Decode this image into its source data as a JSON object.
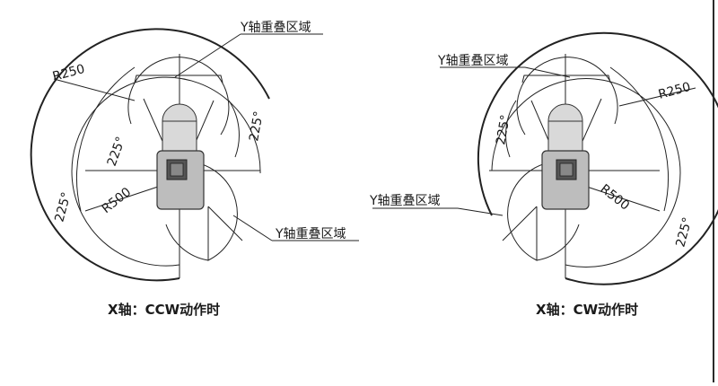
{
  "left_diagram": {
    "overlap_label_top": "Y轴重叠区域",
    "overlap_label_bottom": "Y轴重叠区域",
    "radius_inner": "R250",
    "radius_outer": "R500",
    "angle_outer": "225°",
    "angle_inner": "225°",
    "angle_right": "225°",
    "caption": "X轴：CCW动作时"
  },
  "right_diagram": {
    "overlap_label_top": "Y轴重叠区域",
    "overlap_label_left": "Y轴重叠区域",
    "radius_inner": "R250",
    "radius_outer": "R500",
    "angle_outer": "225°",
    "angle_inner": "225°",
    "caption": "X轴：CW动作时"
  }
}
